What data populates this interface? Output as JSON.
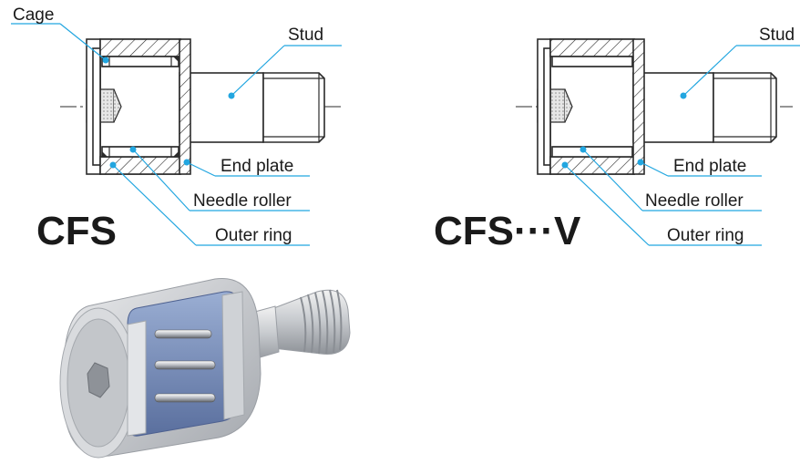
{
  "labels": {
    "cage": "Cage",
    "stud": "Stud",
    "end_plate": "End plate",
    "needle_roller": "Needle roller",
    "outer_ring": "Outer ring"
  },
  "models": {
    "left": "CFS",
    "right": "CFS···V"
  },
  "colors": {
    "leader": "#22a6e0",
    "outline": "#2b2b2b",
    "cage_blue": "#6f86b4"
  }
}
